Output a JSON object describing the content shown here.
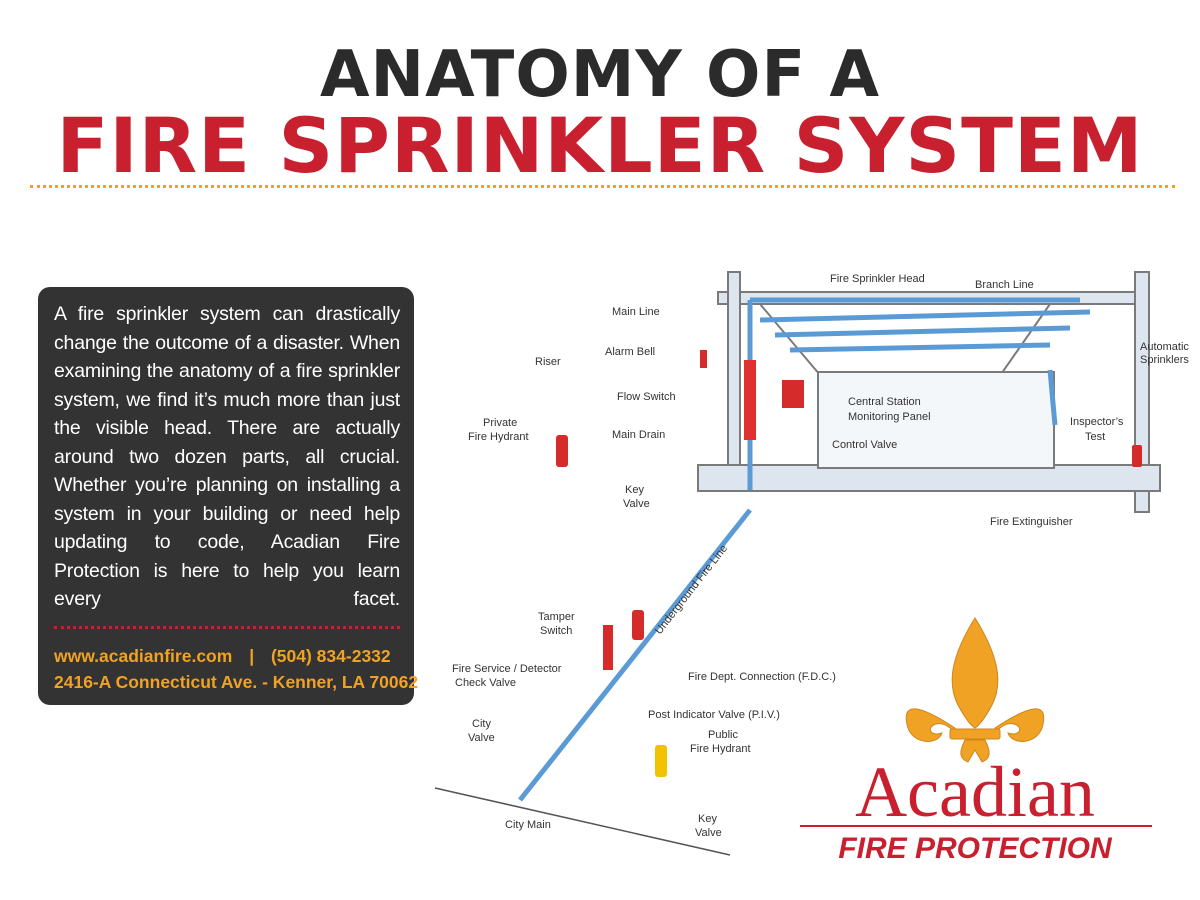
{
  "header": {
    "title_line1": "ANATOMY OF A",
    "title_line2": "FIRE SPRINKLER SYSTEM"
  },
  "panel": {
    "body": "A fire sprinkler system can drastically change the outcome of a disaster. When examining the anatomy of a fire sprinkler system, we find it’s much more than just the visible head. There are actually around two dozen parts, all crucial. Whether you’re planning on installing a system in your building or need help updating to code, Acadian Fire Protection is here to help you learn every facet.",
    "website": "www.acadianfire.com",
    "separator": "|",
    "phone": "(504) 834-2332",
    "address": "2416-A Connecticut Ave. - Kenner, LA 70062"
  },
  "diagram_labels": {
    "fire_sprinkler_head": "Fire Sprinkler Head",
    "branch_line": "Branch Line",
    "main_line": "Main Line",
    "automatic": "Automatic",
    "sprinklers": "Sprinklers",
    "riser": "Riser",
    "alarm_bell": "Alarm Bell",
    "flow_switch": "Flow Switch",
    "central_station": "Central Station",
    "monitoring_panel": "Monitoring Panel",
    "inspectors": "Inspector’s",
    "test": "Test",
    "private": "Private",
    "fire_hydrant": "Fire Hydrant",
    "main_drain": "Main Drain",
    "control_valve": "Control Valve",
    "key": "Key",
    "valve": "Valve",
    "fire_extinguisher": "Fire Extinguisher",
    "underground_fire_line": "Underground Fire Line",
    "tamper": "Tamper",
    "switch": "Switch",
    "fdc": "Fire Dept. Connection (F.D.C.)",
    "fire_service_detector": "Fire Service / Detector",
    "check_valve": "Check Valve",
    "piv": "Post Indicator Valve (P.I.V.)",
    "city": "City",
    "public": "Public",
    "city_main": "City Main"
  },
  "logo": {
    "name": "Acadian",
    "tagline": "FIRE PROTECTION"
  },
  "colors": {
    "title_dark": "#2b2b2b",
    "brand_red": "#c8202f",
    "accent_orange": "#f0a224",
    "panel_bg": "#333333",
    "pipe_blue": "#5b9bd5",
    "hydrant_yellow": "#f2c200"
  }
}
